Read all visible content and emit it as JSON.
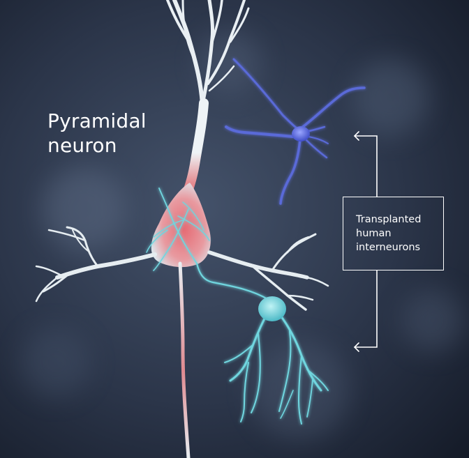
{
  "labels": {
    "pyramidal_line1": "Pyramidal",
    "pyramidal_line2": "neuron",
    "interneuron_line1": "Transplanted",
    "interneuron_line2": "human",
    "interneuron_line3": "interneurons"
  },
  "colors": {
    "background": "#1c2434",
    "pyramidal_neuron": "#e6eef2",
    "soma_highlight": "#e06a72",
    "interneuron_blue": "#5a6ad8",
    "interneuron_cyan": "#6fd6df",
    "annotation": "#ffffff"
  }
}
